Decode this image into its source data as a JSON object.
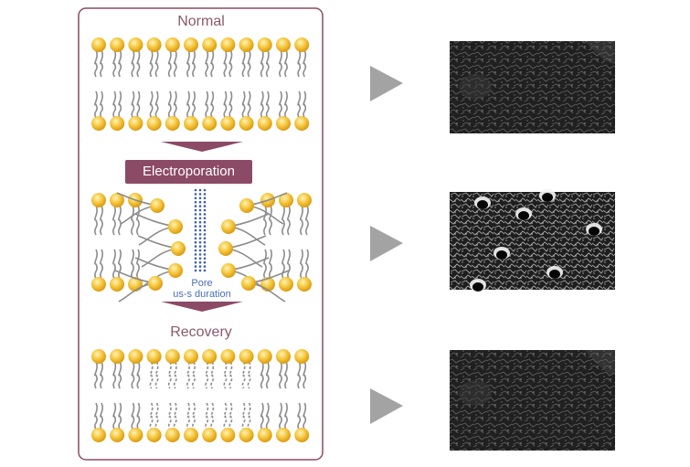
{
  "labels": {
    "normal": "Normal",
    "electroporation": "Electroporation",
    "recovery": "Recovery",
    "pore_line1": "Pore",
    "pore_line2": "us-s duration"
  },
  "colors": {
    "panel_border": "#8b4a66",
    "banner": "#8b4a66",
    "lipid_head": "#f2c23a",
    "lipid_tail": "#8c8c8c",
    "pore_dots": "#3b5eb0",
    "arrows": "#a3a3a3",
    "micrograph_bg": "#1c1c1c"
  },
  "micrographs": [
    {
      "state": "normal",
      "icon": "membrane-micrograph-normal"
    },
    {
      "state": "electroporated",
      "icon": "membrane-micrograph-pores"
    },
    {
      "state": "recovered",
      "icon": "membrane-micrograph-recovered"
    }
  ]
}
